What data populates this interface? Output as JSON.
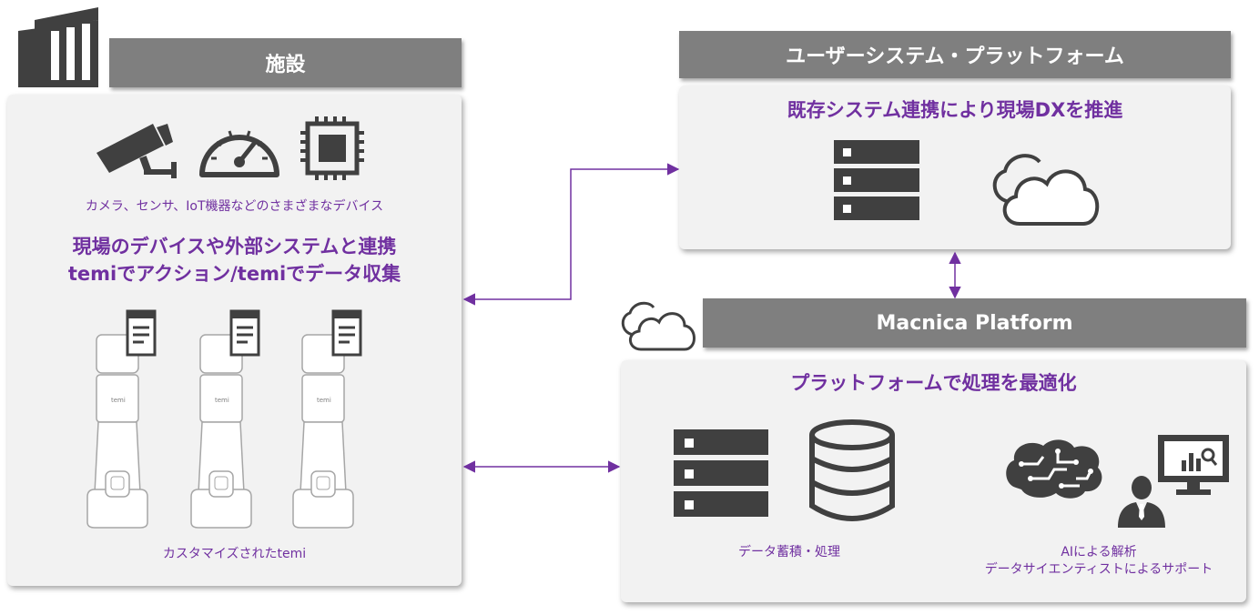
{
  "facility": {
    "header": "施設",
    "devices_caption": "カメラ、センサ、IoT機器などのさまざまなデバイス",
    "heading_line1": "現場のデバイスや外部システムと連携",
    "heading_line2": "temiでアクション/temiでデータ収集",
    "robot_logo": "temi",
    "robots_caption": "カスタマイズされたtemi"
  },
  "user_platform": {
    "header": "ユーザーシステム・プラットフォーム",
    "heading": "既存システム連携により現場DXを推進"
  },
  "macnica": {
    "header": "Macnica Platform",
    "heading": "プラットフォームで処理を最適化",
    "storage_caption": "データ蓄積・処理",
    "ai_caption_line1": "AIによる解析",
    "ai_caption_line2": "データサイエンティストによるサポート"
  },
  "colors": {
    "accent": "#7030a0",
    "header_gray": "#7f7f7f",
    "icon_dark": "#404040",
    "panel_bg": "#f2f2f2"
  }
}
